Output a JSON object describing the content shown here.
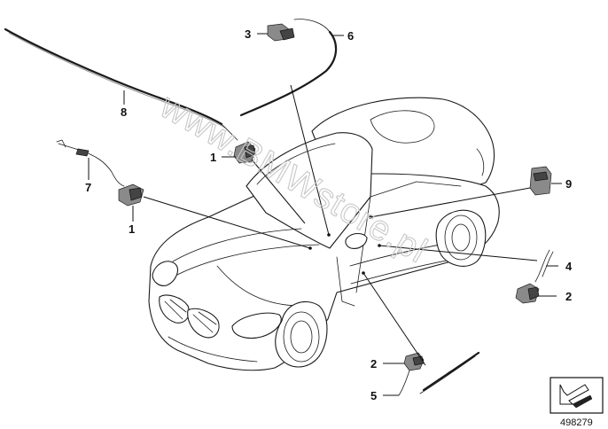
{
  "watermark": "www.BMWstore.pl",
  "reference_number": "498279",
  "callouts": {
    "c1a": "1",
    "c1b": "1",
    "c2a": "2",
    "c2b": "2",
    "c3": "3",
    "c4": "4",
    "c5": "5",
    "c6": "6",
    "c7": "7",
    "c8": "8",
    "c9": "9"
  }
}
